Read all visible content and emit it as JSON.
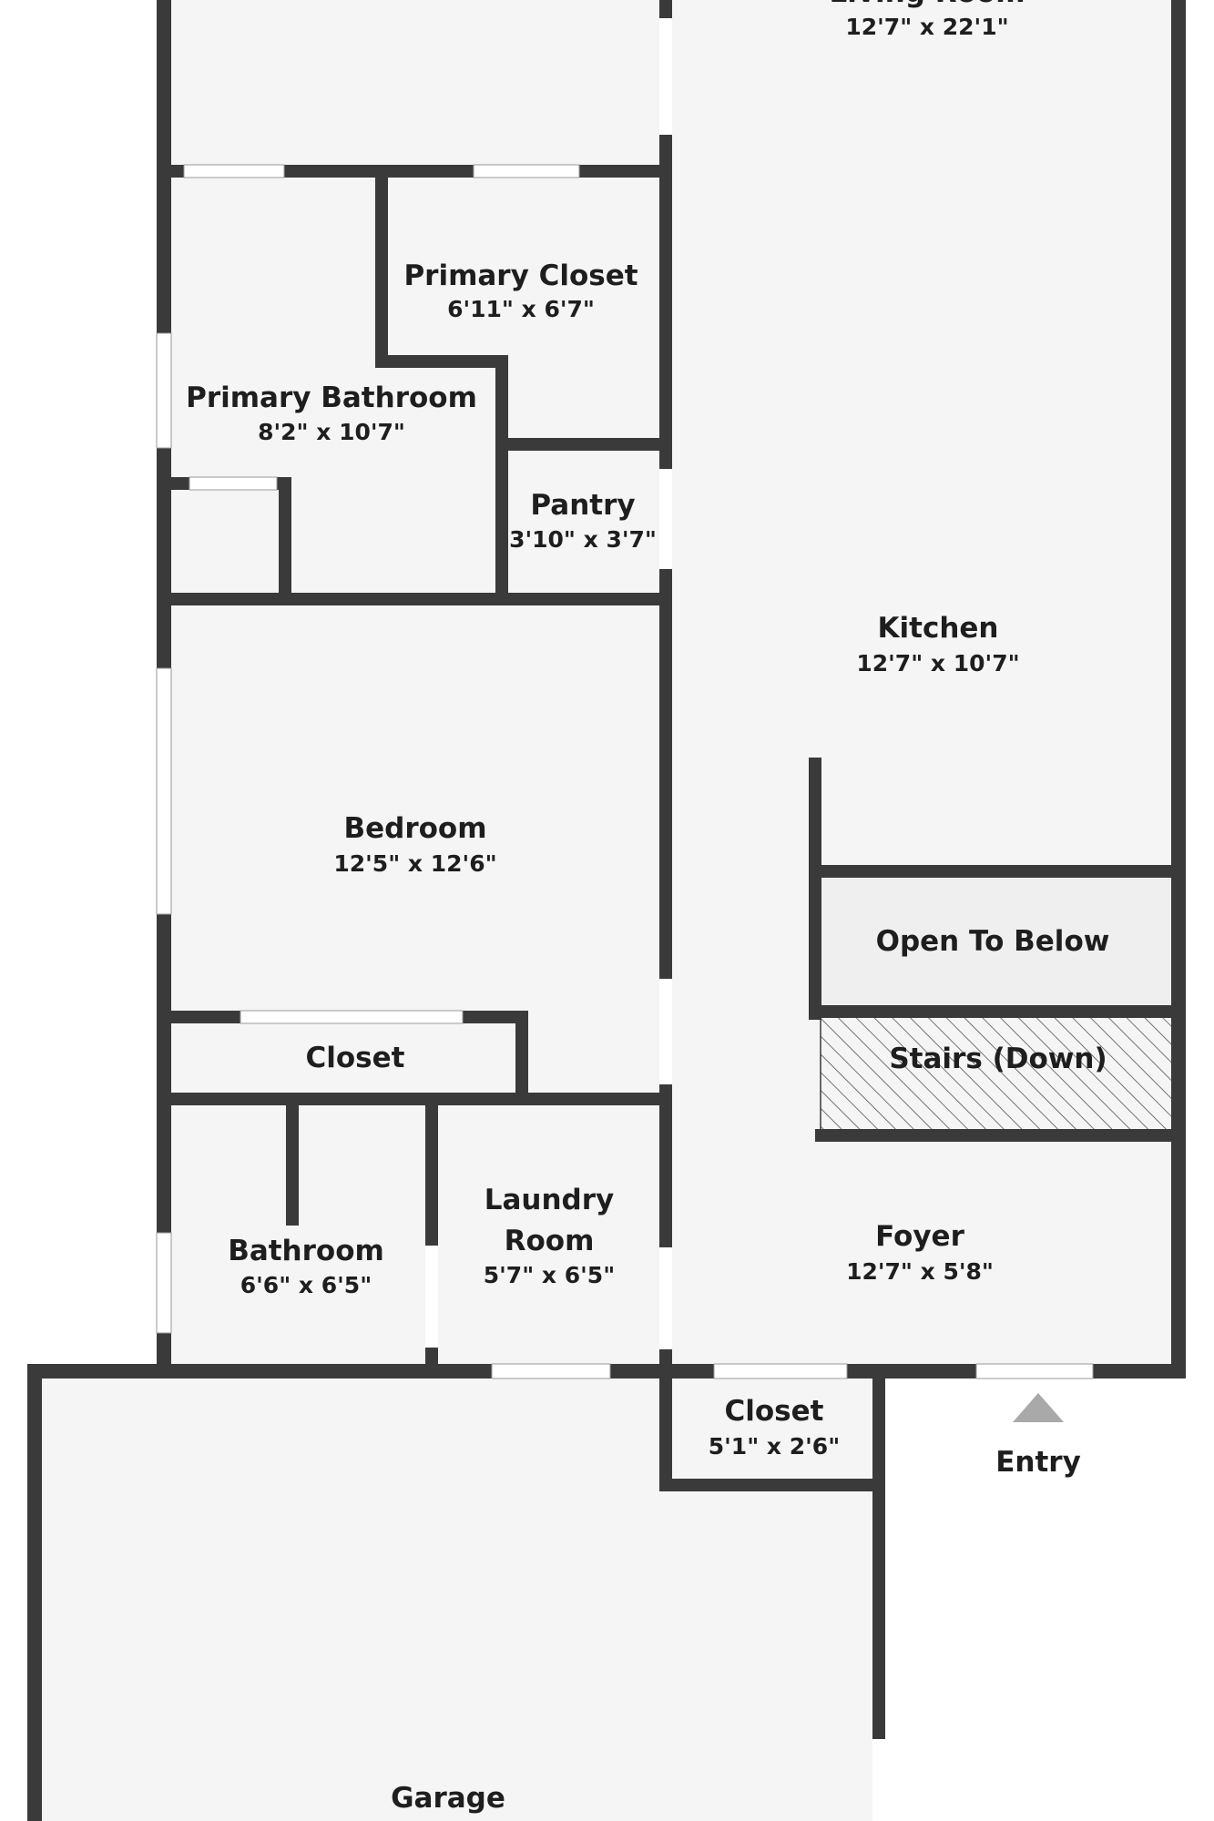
{
  "floor_plan": {
    "colors": {
      "wall": "#3a3a3a",
      "floor": "#f5f5f5",
      "open_to_below_fill": "#efefef",
      "window": "#ffffff",
      "entry_marker": "#a9a9a9",
      "stairs_hatch": "#3a3a3a"
    },
    "rooms": {
      "living_room": {
        "name": "Living Room",
        "dims": "12'7\" x 22'1\""
      },
      "primary_closet": {
        "name": "Primary Closet",
        "dims": "6'11\" x 6'7\""
      },
      "primary_bathroom": {
        "name": "Primary Bathroom",
        "dims": "8'2\" x 10'7\""
      },
      "pantry": {
        "name": "Pantry",
        "dims": "3'10\" x 3'7\""
      },
      "kitchen": {
        "name": "Kitchen",
        "dims": "12'7\" x 10'7\""
      },
      "bedroom": {
        "name": "Bedroom",
        "dims": "12'5\" x 12'6\""
      },
      "open_to_below": {
        "name": "Open To Below"
      },
      "closet_bedroom": {
        "name": "Closet"
      },
      "stairs": {
        "name": "Stairs (Down)"
      },
      "laundry_room": {
        "name_line1": "Laundry",
        "name_line2": "Room",
        "dims": "5'7\" x 6'5\""
      },
      "bathroom": {
        "name": "Bathroom",
        "dims": "6'6\" x 6'5\""
      },
      "foyer": {
        "name": "Foyer",
        "dims": "12'7\" x 5'8\""
      },
      "closet_entry": {
        "name": "Closet",
        "dims": "5'1\" x 2'6\""
      },
      "garage": {
        "name": "Garage"
      }
    },
    "entry": {
      "label": "Entry",
      "marker_icon": "triangle-up"
    }
  }
}
